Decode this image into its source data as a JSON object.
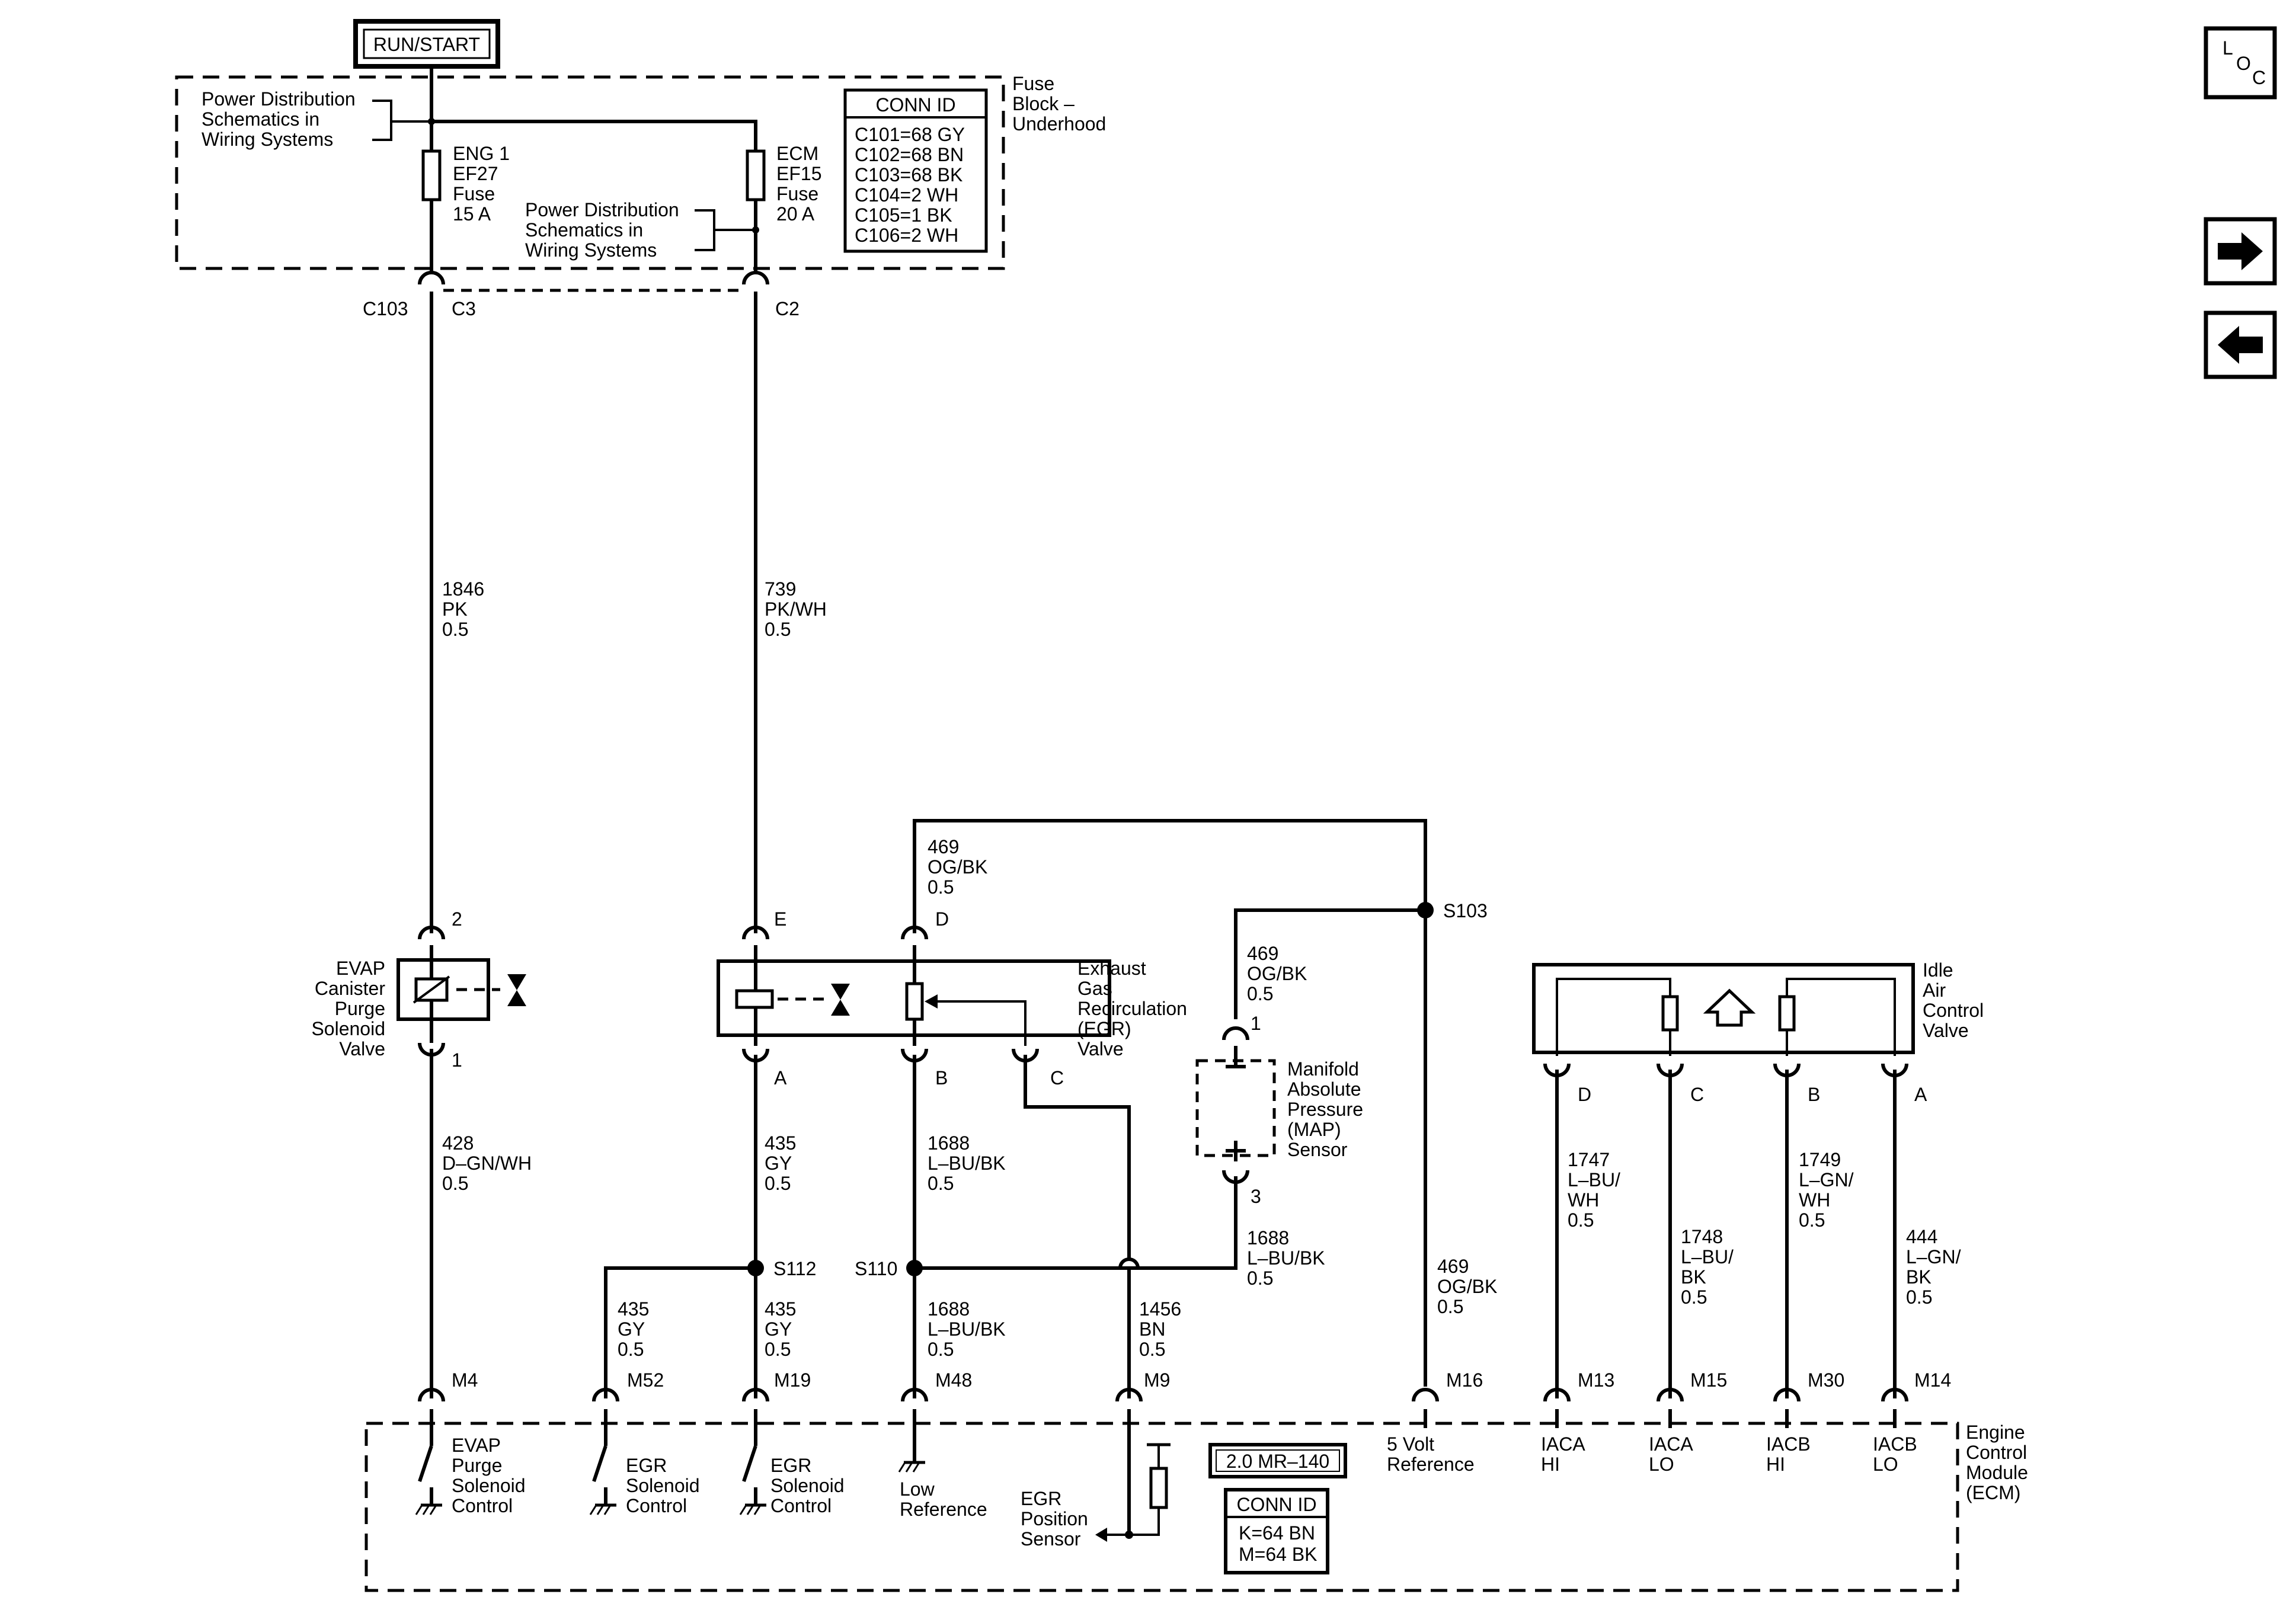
{
  "top_label": "RUN/START",
  "nav": {
    "loc": [
      "L",
      "O",
      "C"
    ]
  },
  "fuse_block": {
    "name": [
      "Fuse",
      "Block –",
      "Underhood"
    ],
    "pd_left": [
      "Power Distribution",
      "Schematics in",
      "Wiring Systems"
    ],
    "pd_mid": [
      "Power Distribution",
      "Schematics in",
      "Wiring Systems"
    ],
    "fuse1": [
      "ENG 1",
      "EF27",
      "Fuse",
      "15 A"
    ],
    "fuse2": [
      "ECM",
      "EF15",
      "Fuse",
      "20 A"
    ],
    "conn_title": "CONN ID",
    "conn_rows": [
      "C101=68 GY",
      "C102=68 BN",
      "C103=68 BK",
      "C104=2 WH",
      "C105=1 BK",
      "C106=2 WH"
    ],
    "c103": "C103",
    "c3": "C3",
    "c2": "C2"
  },
  "wires": {
    "w1846": [
      "1846",
      "PK",
      "0.5"
    ],
    "w739": [
      "739",
      "PK/WH",
      "0.5"
    ],
    "w469a": [
      "469",
      "OG/BK",
      "0.5"
    ],
    "w469b": [
      "469",
      "OG/BK",
      "0.5"
    ],
    "w469c": [
      "469",
      "OG/BK",
      "0.5"
    ],
    "w428": [
      "428",
      "D–GN/WH",
      "0.5"
    ],
    "w435a": [
      "435",
      "GY",
      "0.5"
    ],
    "w1688a": [
      "1688",
      "L–BU/BK",
      "0.5"
    ],
    "w1688b": [
      "1688",
      "L–BU/BK",
      "0.5"
    ],
    "w435b": [
      "435",
      "GY",
      "0.5"
    ],
    "w435c": [
      "435",
      "GY",
      "0.5"
    ],
    "w1688c": [
      "1688",
      "L–BU/BK",
      "0.5"
    ],
    "w1456": [
      "1456",
      "BN",
      "0.5"
    ],
    "w1747": [
      "1747",
      "L–BU/",
      "WH",
      "0.5"
    ],
    "w1748": [
      "1748",
      "L–BU/",
      "BK",
      "0.5"
    ],
    "w1749": [
      "1749",
      "L–GN/",
      "WH",
      "0.5"
    ],
    "w444": [
      "444",
      "L–GN/",
      "BK",
      "0.5"
    ]
  },
  "splices": {
    "s103": "S103",
    "s112": "S112",
    "s110": "S110"
  },
  "components": {
    "evap": [
      "EVAP",
      "Canister",
      "Purge",
      "Solenoid",
      "Valve"
    ],
    "egr": [
      "Exhaust",
      "Gas",
      "Recirculation",
      "(EGR)",
      "Valve"
    ],
    "map": [
      "Manifold",
      "Absolute",
      "Pressure",
      "(MAP)",
      "Sensor"
    ],
    "iac": [
      "Idle",
      "Air",
      "Control",
      "Valve"
    ],
    "ecm": [
      "Engine",
      "Control",
      "Module",
      "(ECM)"
    ]
  },
  "pins": {
    "evap_top": "2",
    "evap_bot": "1",
    "egr_e": "E",
    "egr_d": "D",
    "egr_a": "A",
    "egr_b": "B",
    "egr_c": "C",
    "map_top": "1",
    "map_bot": "3",
    "iac_d": "D",
    "iac_c": "C",
    "iac_b": "B",
    "iac_a": "A",
    "m4": "M4",
    "m52": "M52",
    "m19": "M19",
    "m48": "M48",
    "m9": "M9",
    "m16": "M16",
    "m13": "M13",
    "m15": "M15",
    "m30": "M30",
    "m14": "M14"
  },
  "ecm_labels": {
    "evap_ctrl": [
      "EVAP",
      "Purge",
      "Solenoid",
      "Control"
    ],
    "egr_ctrl1": [
      "EGR",
      "Solenoid",
      "Control"
    ],
    "egr_ctrl2": [
      "EGR",
      "Solenoid",
      "Control"
    ],
    "low_ref": [
      "Low",
      "Reference"
    ],
    "egr_pos": [
      "EGR",
      "Position",
      "Sensor"
    ],
    "five_v": [
      "5 Volt",
      "Reference"
    ],
    "iaca_hi": [
      "IACA",
      "HI"
    ],
    "iaca_lo": [
      "IACA",
      "LO"
    ],
    "iacb_hi": [
      "IACB",
      "HI"
    ],
    "iacb_lo": [
      "IACB",
      "LO"
    ],
    "mr_ref": "2.0 MR–140",
    "conn_title": "CONN ID",
    "conn_rows": [
      "K=64 BN",
      "M=64 BK"
    ]
  }
}
